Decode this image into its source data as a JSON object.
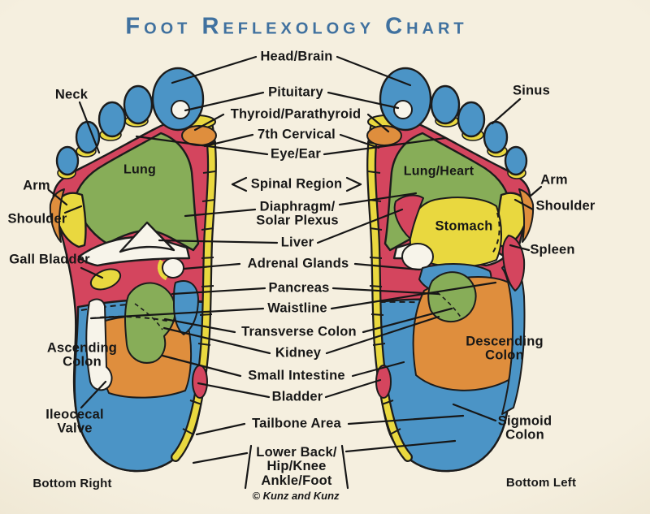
{
  "title": "Foot Reflexology Chart",
  "credit": "© Kunz and Kunz",
  "center_labels": {
    "head_brain": "Head/Brain",
    "pituitary": "Pituitary",
    "thyroid_parathyroid": "Thyroid/Parathyroid",
    "seventh_cervical": "7th Cervical",
    "eye_ear": "Eye/Ear",
    "spinal_region": "Spinal Region",
    "diaphragm_solar_plexus": "Diaphragm/\nSolar Plexus",
    "liver": "Liver",
    "adrenal_glands": "Adrenal Glands",
    "pancreas": "Pancreas",
    "waistline": "Waistline",
    "transverse_colon": "Transverse Colon",
    "kidney": "Kidney",
    "small_intestine": "Small Intestine",
    "bladder": "Bladder",
    "tailbone_area": "Tailbone Area",
    "lower_back_group": "Lower Back/\nHip/Knee\nAnkle/Foot"
  },
  "left_labels": {
    "neck": "Neck",
    "arm": "Arm",
    "shoulder": "Shoulder",
    "gall_bladder": "Gall Bladder",
    "ascending_colon": "Ascending\nColon",
    "ileocecal_valve": "Ileocecal\nValve",
    "footer": "Bottom Right"
  },
  "right_labels": {
    "sinus": "Sinus",
    "arm": "Arm",
    "shoulder": "Shoulder",
    "stomach": "Stomach",
    "spleen": "Spleen",
    "descending_colon": "Descending\nColon",
    "sigmoid_colon": "Sigmoid\nColon",
    "footer": "Bottom Left"
  },
  "on_foot_labels": {
    "left_lung": "Lung",
    "right_lung_heart": "Lung/Heart"
  },
  "colors": {
    "background_cream": "#f3edde",
    "title_blue": "#40719f",
    "foot_red": "#d4455e",
    "foot_blue": "#4b94c6",
    "foot_green": "#87ad58",
    "foot_yellow": "#e9d83f",
    "foot_orange": "#df8e3d",
    "line_black": "#1a1a1a"
  }
}
